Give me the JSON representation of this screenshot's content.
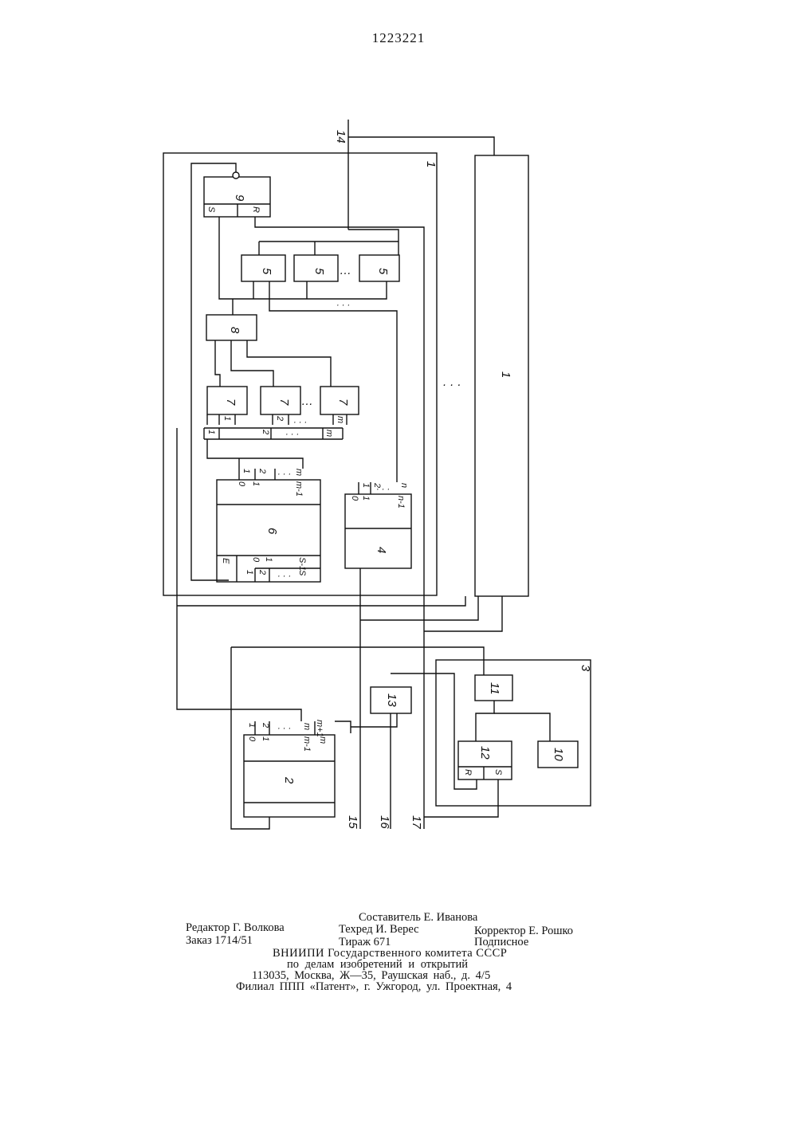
{
  "document_number": "1223221",
  "diagram": {
    "blocks": {
      "b1_unit": "1",
      "b1_frame": "1",
      "b2": "2",
      "b3_frame": "3",
      "b4": "4",
      "b5": "5",
      "b6": "6",
      "b7": "7",
      "b8": "8",
      "b9": "9",
      "b10": "10",
      "b11": "11",
      "b12": "12",
      "b13": "13"
    },
    "terminals": {
      "t14": "14",
      "t15": "15",
      "t16": "16",
      "t17": "17"
    },
    "pins": {
      "S": "S",
      "R": "R",
      "E": "E",
      "zero": "0",
      "one": "1",
      "two": "2",
      "m": "m",
      "n": "n",
      "s": "S",
      "m_minus_1": "m-1",
      "n_minus_1": "n-1",
      "s_minus_1": "S-1",
      "m_plus_1": "m+1",
      "dots": "· · ·",
      "dots_mid": "…"
    }
  },
  "imprint": {
    "compiler": "Составитель Е. Иванова",
    "editor": "Редактор Г. Волкова",
    "techeditor": "Техред И. Верес",
    "proofreader": "Корректор Е. Рошко",
    "order": "Заказ 1714/51",
    "circulation": "Тираж 671",
    "subscription": "Подписное",
    "org_line1": "ВНИИПИ Государственного комитета СССР",
    "org_line2": "по делам изобретений и открытий",
    "address": "113035, Москва, Ж—35, Раушская наб., д. 4/5",
    "branch": "Филиал ППП «Патент», г. Ужгород, ул. Проектная, 4"
  }
}
